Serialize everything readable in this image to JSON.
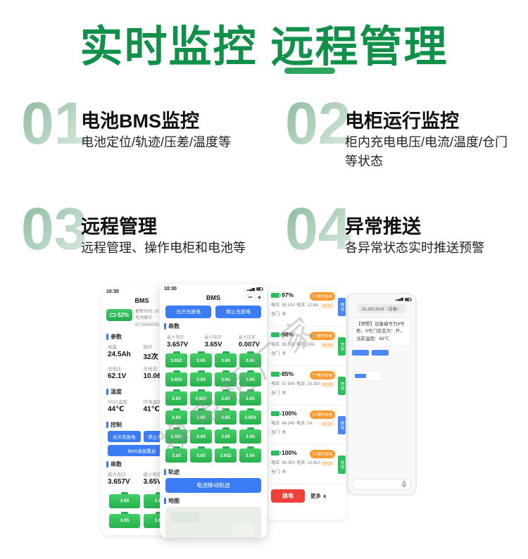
{
  "header": {
    "title": "实时监控 远程管理"
  },
  "features": [
    {
      "num": "01",
      "title": "电池BMS监控",
      "desc": "电池定位/轨迹/压差/温度等"
    },
    {
      "num": "02",
      "title": "电柜运行监控",
      "desc": "柜内充电电压/电流/温度/仓门等状态"
    },
    {
      "num": "03",
      "title": "远程管理",
      "desc": "远程管理、操作电柜和电池等"
    },
    {
      "num": "04",
      "title": "异常推送",
      "desc": "各异常状态实时推送预警"
    }
  ],
  "watermark": "换电柜厂家",
  "icons": {
    "signal": "▂▄▆",
    "capsule_dots": "•••",
    "capsule_circle": "◉",
    "clock": "◷"
  },
  "colors": {
    "brand_green": "#11904a",
    "accent_blue": "#3b7cf6",
    "battery_green": "#2fbf5f",
    "warn_orange": "#ff9a2e",
    "danger_red": "#ee4138"
  },
  "phone1": {
    "status_time": "10:30",
    "nav_title": "BMS",
    "battery_chip": "52%",
    "info_lines": [
      "更新时间: 20…",
      "电池编号:",
      "BT306005012…"
    ],
    "params": {
      "label": "参数",
      "stats": [
        {
          "k": "电量",
          "v": "24.5Ah"
        },
        {
          "k": "循环",
          "v": "32次"
        },
        {
          "k": "总电压",
          "v": "62.1V"
        },
        {
          "k": "总电流",
          "v": "10.06A"
        }
      ]
    },
    "temp": {
      "label": "温度",
      "stats": [
        {
          "k": "MOS温度",
          "v": "44℃"
        },
        {
          "k": "环境温度",
          "v": "41℃"
        }
      ]
    },
    "control": {
      "label": "控制",
      "buttons": [
        "允许充放电",
        "禁止充放电"
      ],
      "restart": "BMS系统重启"
    },
    "strings": {
      "label": "串数",
      "stats": [
        {
          "k": "最大电压",
          "v": "3.657V"
        },
        {
          "k": "最小电压",
          "v": "3.65V"
        }
      ],
      "cells": [
        "3.65",
        "3.65",
        "3.65",
        "3.65"
      ]
    }
  },
  "phone2": {
    "status_time": "10:30",
    "nav_title": "BMS",
    "top_buttons": [
      "允许充放电",
      "禁止充放电"
    ],
    "strings_label": "串数",
    "metrics": [
      {
        "k": "最大电压",
        "v": "3.657V"
      },
      {
        "k": "最小电压",
        "v": "3.65V"
      },
      {
        "k": "最大压差",
        "v": "0.007V"
      }
    ],
    "cells": [
      "3.652",
      "3.65",
      "3.65",
      "3.65",
      "3.653",
      "3.65",
      "3.65",
      "3.65",
      "3.65",
      "3.652",
      "3.65",
      "3.65",
      "3.65",
      "3.65",
      "3.65",
      "3.653",
      "3.652",
      "3.65",
      "3.65",
      "3.65",
      "3.65",
      "3.65",
      "3.652",
      "3.65"
    ],
    "track_label": "轨迹",
    "track_button": "电池移动轨迹",
    "map_label": "地图"
  },
  "phone3": {
    "rows": [
      {
        "pct": "97%",
        "line1": "电压: 65.15V  电流: 12.6A",
        "line2": "仓门: 关",
        "pill": "预约充电",
        "time": "03:21",
        "tag": "换电",
        "tagColor": "blue"
      },
      {
        "pct": "98%",
        "line1": "电压: 65.10V  电流: 10A",
        "line2": "仓门: 关",
        "pill": "预约充电",
        "time": "09:25",
        "tag": "充电",
        "tagColor": "green"
      },
      {
        "pct": "85%",
        "line1": "电压: 57.54V  电流: 10.25A",
        "line2": "仓门: 关",
        "pill": "预约充电",
        "time": "09:25",
        "tag": "充电",
        "tagColor": "green"
      },
      {
        "pct": "100%",
        "line1": "电压: 64.34V  电流: 0A",
        "line2": "仓门: 关",
        "pill": "预约充电",
        "time": "01:23",
        "tag": "换电",
        "tagColor": "blue"
      },
      {
        "pct": "100%",
        "line1": "电压: 64.25V  电流: 13.41A",
        "line2": "仓门: 关",
        "pill": "预约充电",
        "time": "03:22",
        "tag": "充电",
        "tagColor": "green"
      }
    ],
    "bottom": {
      "swap": "换电",
      "more": "更多 ∧"
    }
  },
  "phone4": {
    "device_pill": "DL18C16J6（设备）",
    "bubble": "【预警】设备编号为9号柜，9号门状态为：开，当前温度：66℃"
  }
}
